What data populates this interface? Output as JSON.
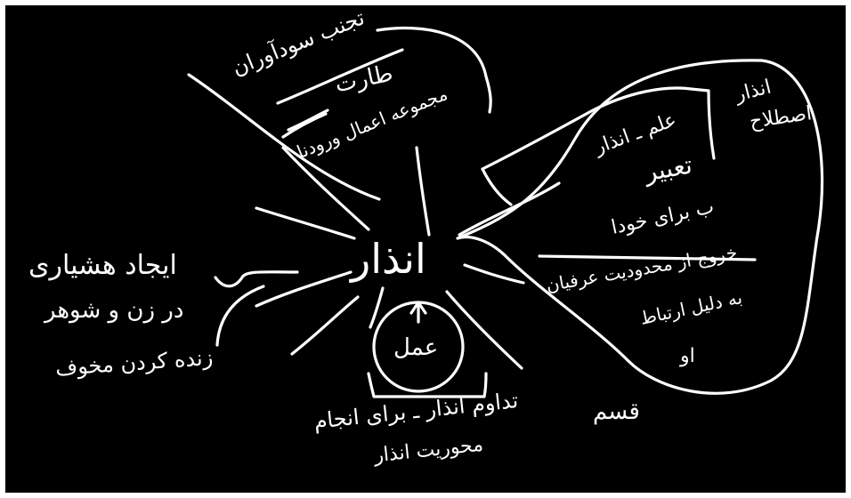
{
  "colors": {
    "background": "#000000",
    "ink": "#ffffff",
    "frame": "#ffffff"
  },
  "center": {
    "label": "انذار"
  },
  "top": {
    "line1": "تجنب سودآوران",
    "line2": "طارت",
    "line3": "مجموعه اعمال ورودنا"
  },
  "left": {
    "line1": "ایجاد هشیاری",
    "line2": "در زن و شوهر",
    "line3": "زنده کردن مخوف"
  },
  "right": {
    "line1": "انذار",
    "line2": "اصطلاح",
    "line3": "علم ـ انذار",
    "line4": "تعبیر",
    "line5": "ب برای خودا",
    "line6": "خروج از محدودیت عرفیان",
    "line7": "به دلیل ارتباط",
    "line8": "او"
  },
  "bottom": {
    "circle_label": "عمل",
    "line1": "تداوم انذار ـ برای انجام",
    "line2": "محوریت انذار",
    "side_label": "قسم"
  }
}
